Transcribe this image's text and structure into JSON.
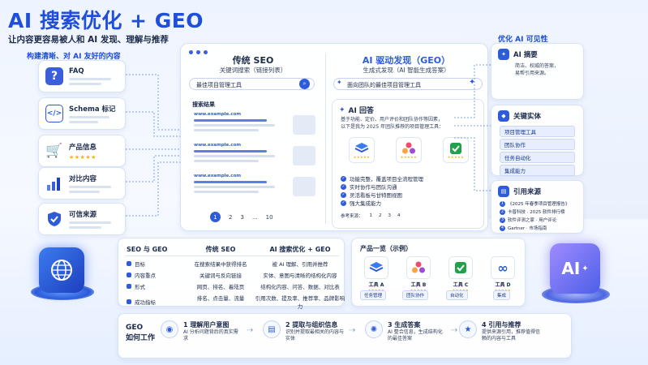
{
  "header": {
    "title": "AI 搜索优化 + GEO",
    "subtitle": "让内容更容易被人和 AI 发现、理解与推荐"
  },
  "left": {
    "label": "构建清晰、对 AI 友好的内容",
    "items": [
      {
        "name": "FAQ",
        "icon": "question-icon"
      },
      {
        "name": "Schema 标记",
        "icon": "code-icon"
      },
      {
        "name": "产品信息",
        "icon": "cart-icon",
        "stars": "★★★★★"
      },
      {
        "name": "对比内容",
        "icon": "bar-chart-icon"
      },
      {
        "name": "可信来源",
        "icon": "shield-check-icon"
      }
    ]
  },
  "traditional": {
    "title": "传统 SEO",
    "subtitle": "关键词搜索（链接列表）",
    "query": "最佳项目管理工具",
    "results_label": "搜索结果",
    "result_url": "www.example.com",
    "pages": [
      "1",
      "2",
      "3",
      "...",
      "10"
    ]
  },
  "geo": {
    "title": "AI 驱动发现（GEO）",
    "subtitle": "生成式发现（AI 智能生成答案）",
    "query": "面向团队的最佳项目管理工具",
    "answer_title": "AI 回答",
    "answer_text_1": "基于功能、定价、用户评价和团队协作等因素，",
    "answer_text_2": "以下是我为 2025 年团队推荐的项目管理工具：",
    "stars": "★★★★★",
    "checks": [
      "功能完整，覆盖项目全流程管理",
      "实时协作与团队沟通",
      "灵活看板与甘特图视图",
      "强大集成能力"
    ],
    "refs_label": "参考来源：",
    "refs": [
      "1",
      "2",
      "3",
      "4"
    ]
  },
  "right": {
    "label": "优化 AI 可见性",
    "summary": {
      "title": "AI 摘要",
      "lines": [
        "简洁、权威的答案，",
        "易帮引用来源。"
      ]
    },
    "entities": {
      "title": "关键实体",
      "tags": [
        "项目管理工具",
        "团队协作",
        "任务自动化",
        "集成能力"
      ]
    },
    "sources": {
      "title": "引用来源",
      "items": [
        "《2025 年春季项目管理报告》",
        "卡普科技 · 2025 软件排行榜",
        "软件评测之家 · 用户评论",
        "Gartner · 市场指南"
      ]
    }
  },
  "comparison": {
    "headers": [
      "SEO 与 GEO",
      "传统 SEO",
      "AI 搜索优化 + GEO"
    ],
    "rows": [
      [
        "目标",
        "在搜索结果中获得排名",
        "被 AI 理解、引用并推荐"
      ],
      [
        "内容重点",
        "关键词与反向链接",
        "实体、意图与清晰的结构化内容"
      ],
      [
        "形式",
        "网页、排名、着陆页",
        "结构化内容、问答、数据、对比表"
      ],
      [
        "成功指标",
        "排名、点击量、流量",
        "引用次数、提及率、推荐率、品牌影响力"
      ]
    ]
  },
  "products": {
    "title": "产品一览（示例）",
    "items": [
      {
        "name": "工具 A",
        "tag": "任务管理"
      },
      {
        "name": "工具 B",
        "tag": "团队协作"
      },
      {
        "name": "工具 C",
        "tag": "自动化"
      },
      {
        "name": "工具 D",
        "tag": "集成"
      }
    ],
    "stars": "★★★★★"
  },
  "flow": {
    "label_1": "GEO",
    "label_2": "如何工作",
    "steps": [
      {
        "num": "1",
        "title": "理解用户意图",
        "desc": "AI 分析问题背后的真实需求"
      },
      {
        "num": "2",
        "title": "提取与组织信息",
        "desc": "识别并提取最相关的内容与实体"
      },
      {
        "num": "3",
        "title": "生成答案",
        "desc": "AI 整合信息，生成结构化的最佳答案"
      },
      {
        "num": "4",
        "title": "引用与推荐",
        "desc": "提供来源引用，推荐值得信赖的内容与工具"
      }
    ]
  },
  "badges": {
    "ai": "AI"
  },
  "colors": {
    "accent": "#2e5bd8",
    "title": "#1f4ed8",
    "star": "#f5b400"
  }
}
